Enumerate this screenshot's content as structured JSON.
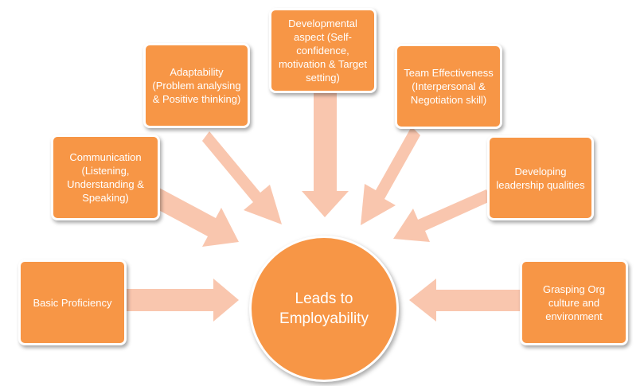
{
  "colors": {
    "box": "#f79646",
    "arrow": "#f9c6ae",
    "text": "#ffffff"
  },
  "center": {
    "label": "Leads to Employability"
  },
  "factors": [
    {
      "label": "Basic Proficiency"
    },
    {
      "label": "Communication (Listening, Understanding & Speaking)"
    },
    {
      "label": "Adaptability (Problem analysing & Positive thinking)"
    },
    {
      "label": "Developmental aspect (Self-confidence, motivation & Target setting)"
    },
    {
      "label": "Team Effectiveness (Interpersonal & Negotiation skill)"
    },
    {
      "label": "Developing leadership qualities"
    },
    {
      "label": "Grasping Org culture and environment"
    }
  ]
}
